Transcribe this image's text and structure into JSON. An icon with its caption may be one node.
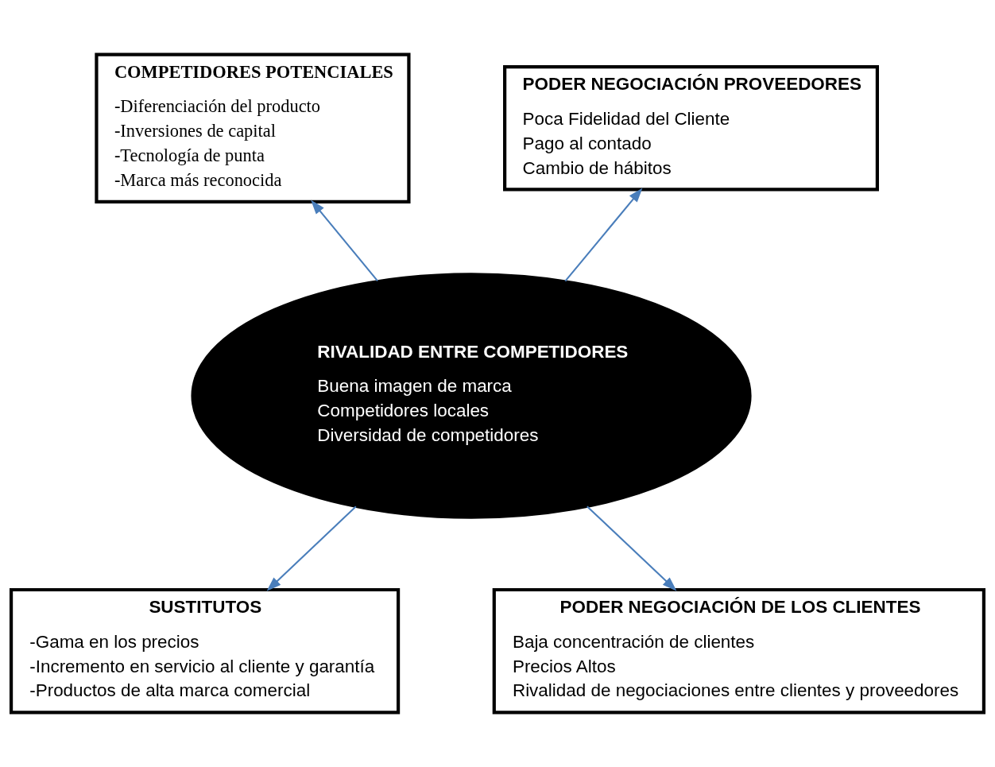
{
  "diagram": {
    "nodes": [
      {
        "text": [
          "COMPETIDORES POTENCIALES",
          "-Diferenciación del producto",
          "-Inversiones de capital",
          "-Tecnología de punta",
          "-Marca más reconocida"
        ]
      },
      {
        "text": [
          "PODER NEGOCIACIÓN PROVEEDORES",
          "Poca Fidelidad del Cliente",
          "Pago al contado",
          "Cambio de hábitos"
        ]
      },
      {
        "text": [
          "RIVALIDAD ENTRE COMPETIDORES",
          "Buena imagen de marca",
          "Competidores locales",
          "Diversidad de competidores"
        ]
      },
      {
        "text": [
          "SUSTITUTOS",
          "-Gama en los precios",
          "-Incremento en servicio al cliente y garantía",
          "-Productos de alta marca comercial"
        ]
      },
      {
        "text": [
          "PODER NEGOCIACIÓN DE LOS CLIENTES",
          "Baja concentración de clientes",
          "Precios Altos",
          "Rivalidad de negociaciones entre clientes y proveedores"
        ]
      }
    ],
    "edges": [
      {
        "from": 2,
        "to": 0,
        "arrow": "to"
      },
      {
        "from": 2,
        "to": 1,
        "arrow": "to"
      },
      {
        "from": 2,
        "to": 3,
        "arrow": "to"
      },
      {
        "from": 2,
        "to": 4,
        "arrow": "to"
      }
    ]
  }
}
